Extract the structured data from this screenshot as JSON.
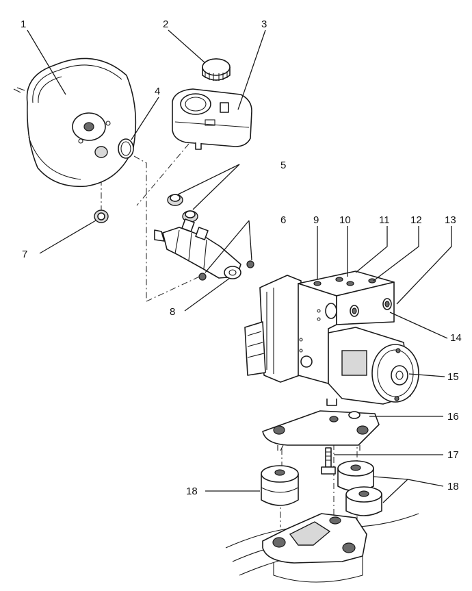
{
  "diagram": {
    "callouts": {
      "n1": "1",
      "n2": "2",
      "n3": "3",
      "n4": "4",
      "n5": "5",
      "n6": "6",
      "n7": "7",
      "n8": "8",
      "n9": "9",
      "n10": "10",
      "n11": "11",
      "n12": "12",
      "n13": "13",
      "n14": "14",
      "n15": "15",
      "n16": "16",
      "n17": "17",
      "n18a": "18",
      "n18b": "18"
    }
  }
}
